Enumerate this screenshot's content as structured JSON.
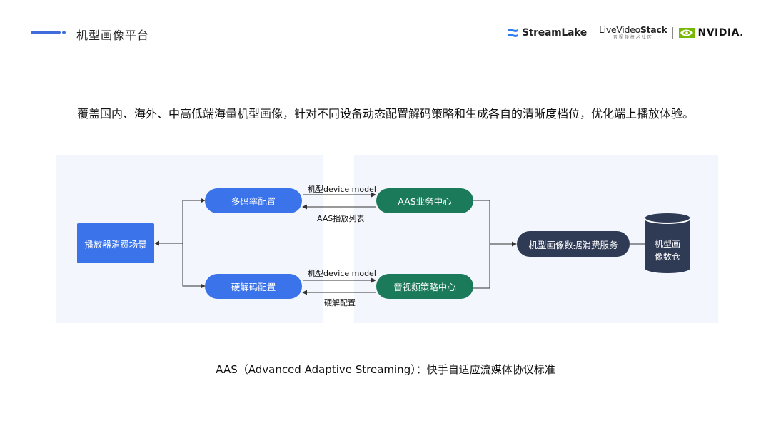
{
  "header": {
    "title": "机型画像平台",
    "logos": {
      "streamlake": "StreamLake",
      "livevideostack_main_prefix": "LiveVideo",
      "livevideostack_main_bold": "Stack",
      "livevideostack_sub": "音视频技术社区",
      "nvidia": "NVIDIA."
    }
  },
  "subtitle": "覆盖国内、海外、中高低端海量机型画像，针对不同设备动态配置解码策略和生成各自的清晰度档位，优化端上播放体验。",
  "diagram": {
    "nodes": {
      "player": "播放器消费场景",
      "multibitrate": "多码率配置",
      "hwdecode": "硬解码配置",
      "aas_center": "AAS业务中心",
      "av_strategy": "音视频策略中心",
      "profile_service": "机型画像数据消费服务",
      "warehouse_line1": "机型画",
      "warehouse_line2": "像数仓"
    },
    "edges": {
      "top_forward": "机型device model",
      "top_backward": "AAS播放列表",
      "bottom_forward": "机型device model",
      "bottom_backward": "硬解配置"
    }
  },
  "footnote": "AAS（Advanced Adaptive Streaming）：快手自适应流媒体协议标准",
  "colors": {
    "accent": "#3f6bdc",
    "blue_node": "#3b74ea",
    "green_node": "#1a7a5a",
    "navy_node": "#2f3a55",
    "panel_bg": "#f3f6fc"
  }
}
